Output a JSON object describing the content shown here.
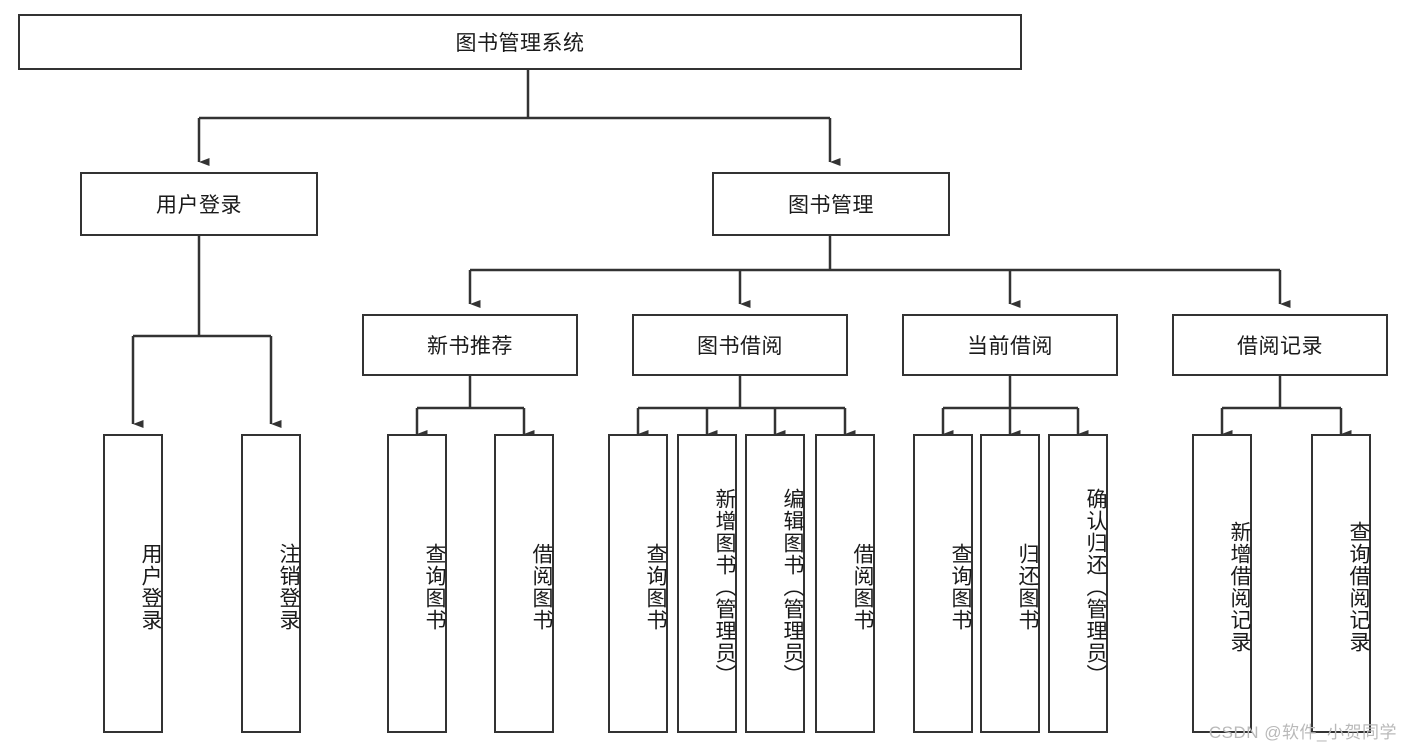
{
  "diagram": {
    "title": "图书管理系统",
    "type": "tree-hierarchy-diagram",
    "colors": {
      "box_border": "#333333",
      "box_fill": "#ffffff",
      "connector": "#333333",
      "text": "#1a1a1a",
      "watermark": "#b9b9b9",
      "background": "#ffffff"
    },
    "root": {
      "label": "图书管理系统"
    },
    "level2": [
      {
        "label": "用户登录"
      },
      {
        "label": "图书管理"
      }
    ],
    "level3": [
      {
        "label": "新书推荐"
      },
      {
        "label": "图书借阅"
      },
      {
        "label": "当前借阅"
      },
      {
        "label": "借阅记录"
      }
    ],
    "leaves": {
      "user_login": [
        {
          "label": "用户登录"
        },
        {
          "label": "注销登录"
        }
      ],
      "new_book_recommend": [
        {
          "label": "查询图书"
        },
        {
          "label": "借阅图书"
        }
      ],
      "book_borrow": [
        {
          "label": "查询图书"
        },
        {
          "label": "新增图书（管理员）"
        },
        {
          "label": "编辑图书（管理员）"
        },
        {
          "label": "借阅图书"
        }
      ],
      "current_borrow": [
        {
          "label": "查询图书"
        },
        {
          "label": "归还图书"
        },
        {
          "label": "确认归还（管理员）"
        }
      ],
      "borrow_record": [
        {
          "label": "新增借阅记录"
        },
        {
          "label": "查询借阅记录"
        }
      ]
    },
    "watermark": "CSDN @软件_小贺同学"
  }
}
